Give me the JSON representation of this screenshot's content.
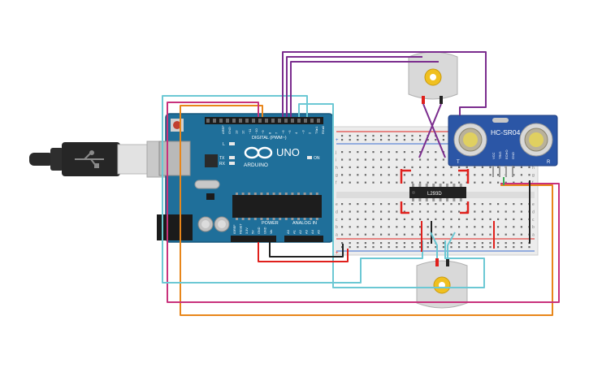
{
  "board": {
    "logo": "UNO",
    "brand": "ARDUINO",
    "digital_label": "DIGITAL (PWM~)",
    "power_label": "POWER",
    "analog_label": "ANALOG IN",
    "on_label": "ON",
    "tx_label": "TX",
    "rx_label": "RX",
    "l_label": "L",
    "aref": "AREF",
    "gnd": "GND",
    "digital_pins": [
      "13",
      "12",
      "~11",
      "~10",
      "~9",
      "8",
      "7",
      "~6",
      "~5",
      "4",
      "~3",
      "2",
      "TX▸1",
      "RX◂0"
    ],
    "power_pins": [
      "IOREF",
      "RESET",
      "3.3V",
      "5V",
      "GND",
      "GND",
      "Vin"
    ],
    "analog_pins": [
      "A0",
      "A1",
      "A2",
      "A3",
      "A4",
      "A5"
    ]
  },
  "ic": {
    "label": "L293D"
  },
  "sensor": {
    "label": "HC-SR04",
    "pins": [
      "VCC",
      "TRIG",
      "ECHO",
      "GND"
    ],
    "left_mark": "T",
    "right_mark": "R"
  },
  "breadboard": {
    "row_letters_top": [
      "j",
      "i",
      "h",
      "g",
      "f"
    ],
    "row_letters_bottom": [
      "e",
      "d",
      "c",
      "b",
      "a"
    ],
    "plus": "+",
    "minus": "−"
  },
  "wire_colors": {
    "red": "#e0201c",
    "black": "#222222",
    "purple": "#7b2d8e",
    "magenta": "#c8327c",
    "orange": "#e8861a",
    "cyan": "#6cc8d4",
    "green": "#3cae58"
  }
}
